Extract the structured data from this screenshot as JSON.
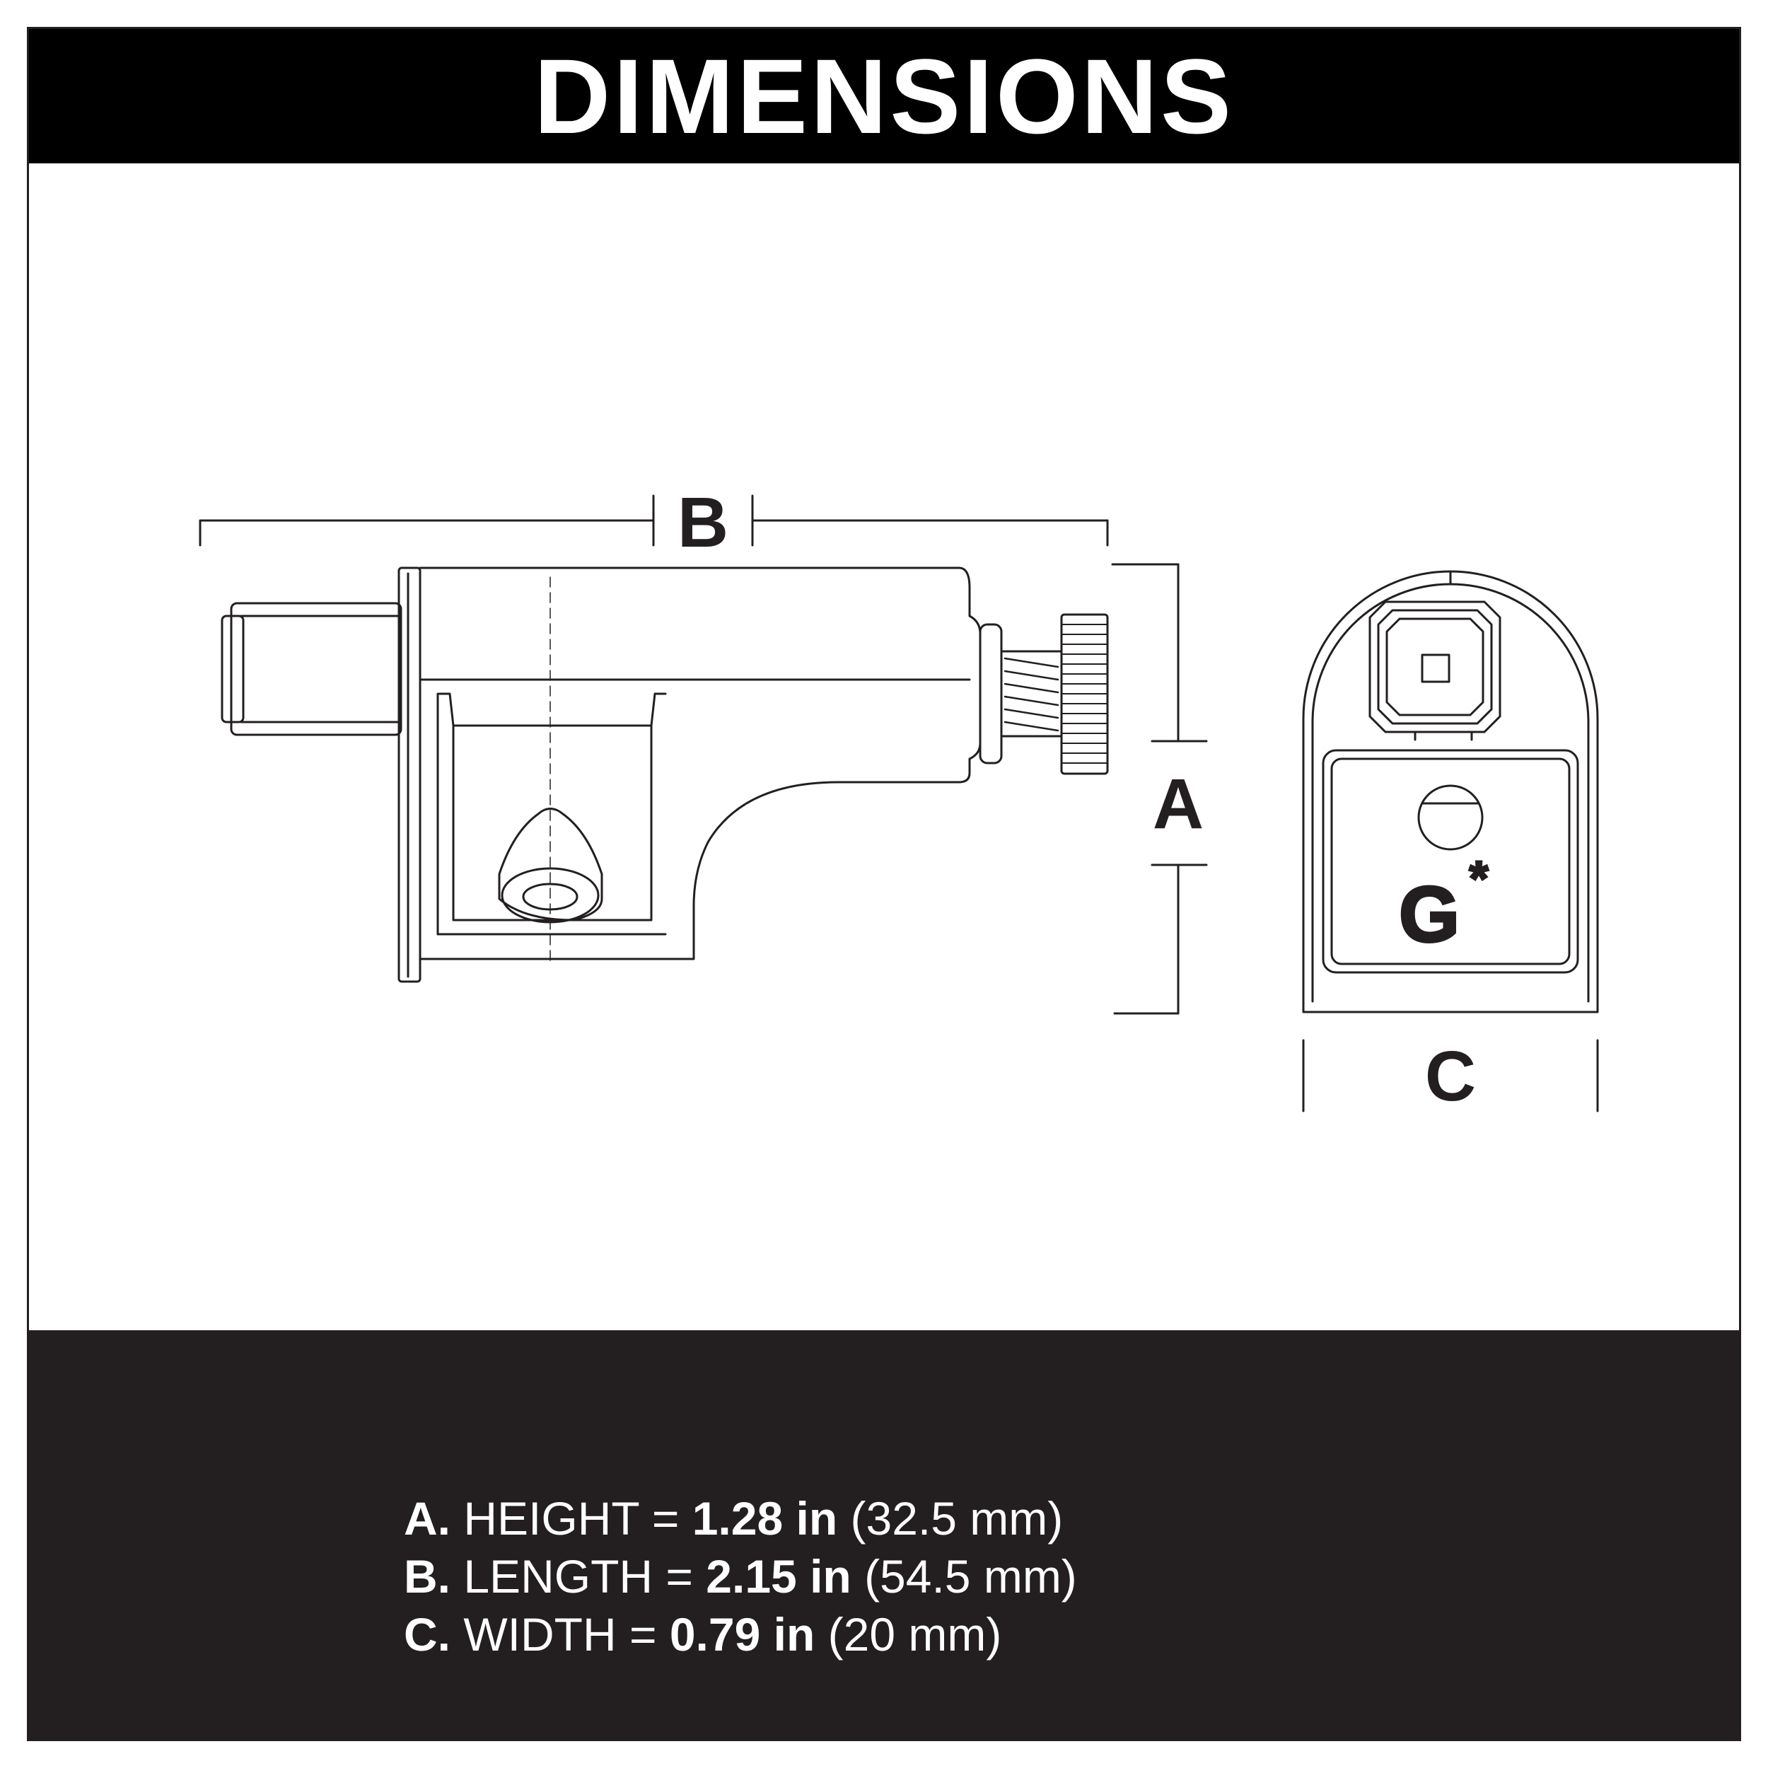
{
  "header": {
    "title": "DIMENSIONS"
  },
  "diagram": {
    "label_a": "A",
    "label_b": "B",
    "label_c": "C",
    "logo_text": "G*"
  },
  "specs": [
    {
      "letter": "A.",
      "name": "HEIGHT =",
      "value_in": "1.28 in",
      "value_mm": "(32.5 mm)"
    },
    {
      "letter": "B.",
      "name": "LENGTH =",
      "value_in": "2.15 in",
      "value_mm": "(54.5 mm)"
    },
    {
      "letter": "C.",
      "name": "WIDTH =",
      "value_in": "0.79 in",
      "value_mm": "(20 mm)"
    }
  ],
  "colors": {
    "header_bg": "#000000",
    "footer_bg": "#231f20",
    "line": "#231f20",
    "text_light": "#ffffff"
  }
}
